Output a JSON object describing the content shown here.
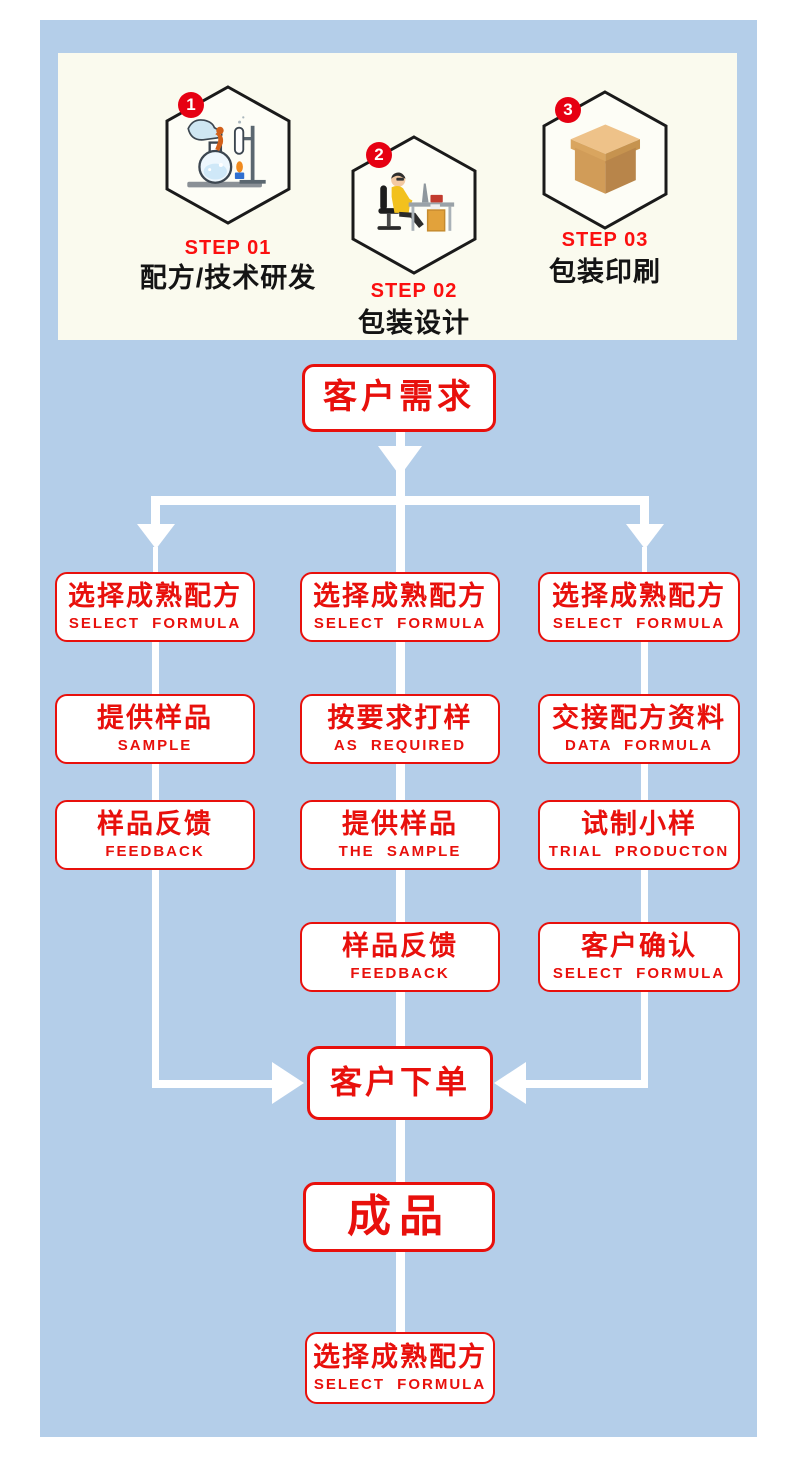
{
  "colors": {
    "background_blue": "#b4cee9",
    "panel_cream": "#fafaee",
    "accent_red": "#e8100c",
    "step_label_red": "#fb0f0f",
    "badge_red": "#e60012",
    "hex_border_black": "#1a1a1a",
    "connector_white": "#ffffff"
  },
  "steps": [
    {
      "badge": "1",
      "step": "STEP 01",
      "title": "配方/技术研发",
      "icon": "chemistry-lab-icon"
    },
    {
      "badge": "2",
      "step": "STEP 02",
      "title": "包装设计",
      "icon": "desk-designer-icon"
    },
    {
      "badge": "3",
      "step": "STEP 03",
      "title": "包装印刷",
      "icon": "carton-box-icon"
    }
  ],
  "flow": {
    "start": {
      "label": "客户需求"
    },
    "columns": [
      {
        "items": [
          {
            "zh": "选择成熟配方",
            "en": "SELECT FORMULA"
          },
          {
            "zh": "提供样品",
            "en": "SAMPLE"
          },
          {
            "zh": "样品反馈",
            "en": "FEEDBACK"
          }
        ]
      },
      {
        "items": [
          {
            "zh": "选择成熟配方",
            "en": "SELECT FORMULA"
          },
          {
            "zh": "按要求打样",
            "en": "AS REQUIRED"
          },
          {
            "zh": "提供样品",
            "en": "THE SAMPLE"
          },
          {
            "zh": "样品反馈",
            "en": "FEEDBACK"
          }
        ]
      },
      {
        "items": [
          {
            "zh": "选择成熟配方",
            "en": "SELECT FORMULA"
          },
          {
            "zh": "交接配方资料",
            "en": "DATA FORMULA"
          },
          {
            "zh": "试制小样",
            "en": "TRIAL PRODUCTON"
          },
          {
            "zh": "客户确认",
            "en": "SELECT FORMULA"
          }
        ]
      }
    ],
    "order": {
      "label": "客户下单"
    },
    "finished": {
      "label": "成品"
    },
    "footer": {
      "zh": "选择成熟配方",
      "en": "SELECT FORMULA"
    }
  }
}
